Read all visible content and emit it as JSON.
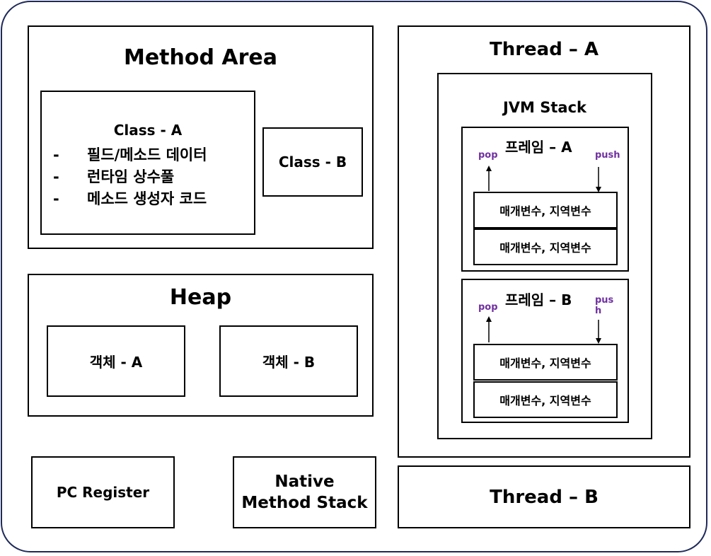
{
  "method_area": {
    "title": "Method Area",
    "class_a": {
      "title": "Class - A",
      "items": [
        "필드/메소드 데이터",
        "런타임 상수풀",
        "메소드 생성자 코드"
      ],
      "bullet": "-"
    },
    "class_b": {
      "title": "Class - B"
    }
  },
  "heap": {
    "title": "Heap",
    "object_a": "객체 - A",
    "object_b": "객체 - B"
  },
  "pc_register": "PC Register",
  "native_method_stack": {
    "line1": "Native",
    "line2": "Method Stack"
  },
  "thread_a": {
    "title": "Thread – A",
    "jvm_stack": {
      "title": "JVM Stack",
      "frame_a": {
        "title": "프레임 – A",
        "pop": "pop",
        "push": "push",
        "rows": [
          "매개변수, 지역변수",
          "매개변수, 지역변수"
        ]
      },
      "frame_b": {
        "title": "프레임 – B",
        "pop": "pop",
        "push_line1": "pus",
        "push_line2": "h",
        "rows": [
          "매개변수, 지역변수",
          "매개변수, 지역변수"
        ]
      }
    }
  },
  "thread_b": {
    "title": "Thread – B"
  },
  "colors": {
    "outer_border": "#1f2a5a",
    "arrow_label": "#7030a0"
  }
}
